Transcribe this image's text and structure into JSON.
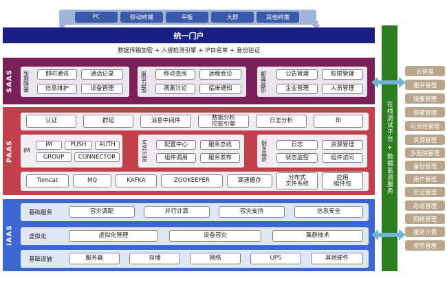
{
  "terminals": [
    "PC",
    "移动终端",
    "平板",
    "大屏",
    "其他终端"
  ],
  "portal": "统一门户",
  "security_line": "数据传输加密 + 入侵检测引擎 + IP白名单 + 身份验证",
  "saas": {
    "title": "SAAS",
    "groups": [
      {
        "label": "基础服务",
        "items": [
          "即时通讯",
          "通话记录",
          "信息维护",
          "设备管理"
        ]
      },
      {
        "label": "医疗应用",
        "items": [
          "移动查房",
          "远程会诊",
          "病案讨论",
          "临床通知"
        ]
      },
      {
        "label": "运营管理",
        "items": [
          "公告管理",
          "权限管理",
          "企业管理",
          "人员管理"
        ]
      }
    ]
  },
  "paas": {
    "title": "PAAS",
    "top_row": [
      "认证",
      "群组",
      "消息中间件",
      "数据分析\n挖掘引擎",
      "日志分析",
      "BI"
    ],
    "im": {
      "label": "IM",
      "items": [
        "IM",
        "PUSH",
        "AUTH",
        "GROUP",
        "CONNECTOR"
      ]
    },
    "restapi": {
      "label": "RESTAPI",
      "items": [
        "配置中心",
        "服务总线",
        "组件调用",
        "服务发布"
      ]
    },
    "ops": {
      "label": "运营支持",
      "items": [
        "日志",
        "资源管理",
        "状态监控",
        "组件访问"
      ]
    },
    "bottom_row": [
      "Tomcat",
      "MQ",
      "KAFKA",
      "ZOOKEEPER",
      "高速缓存",
      "分布式\n文件系统",
      "应用\n组件包"
    ]
  },
  "iaas": {
    "title": "IAAS",
    "rows": [
      {
        "label": "基础服务",
        "items": [
          "容灾调配",
          "并行计算",
          "容灾支持",
          "信息安全"
        ]
      },
      {
        "label": "虚拟化",
        "items": [
          "虚拟化管理",
          "设备容灾",
          "集群技术"
        ]
      },
      {
        "label": "基础设施",
        "items": [
          "服务器",
          "存储",
          "网络",
          "UPS",
          "其他硬件"
        ]
      }
    ]
  },
  "right_bar": "在线测试平台 + 数据监测服务",
  "management": [
    "云管理",
    "服务管理",
    "镜像管理",
    "部署管理",
    "可用性管理",
    "资源管理",
    "多医院管理",
    "备份管理",
    "用户管理",
    "安全管理",
    "存储管理",
    "网络管理",
    "服务计费",
    "使用管理"
  ],
  "colors": {
    "portal": "#1a1f84",
    "saas": "#7a1f58",
    "paas": "#c2404c",
    "iaas": "#3c67d2",
    "right_bar": "#2b7d1f",
    "mgmt": "#b8a58b",
    "arrow": "#6fb4d2"
  }
}
